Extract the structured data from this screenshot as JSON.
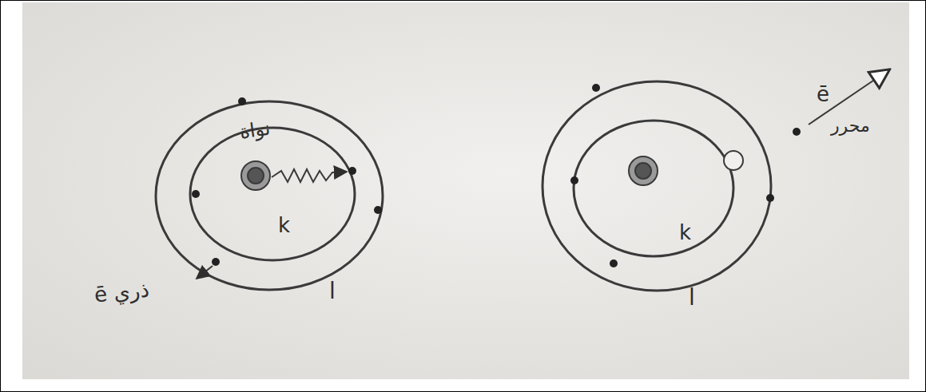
{
  "diagram": {
    "labels": [
      "نواة",
      "k",
      "l",
      "ē ذري",
      "ē",
      "محرر",
      "k",
      "l"
    ]
  }
}
